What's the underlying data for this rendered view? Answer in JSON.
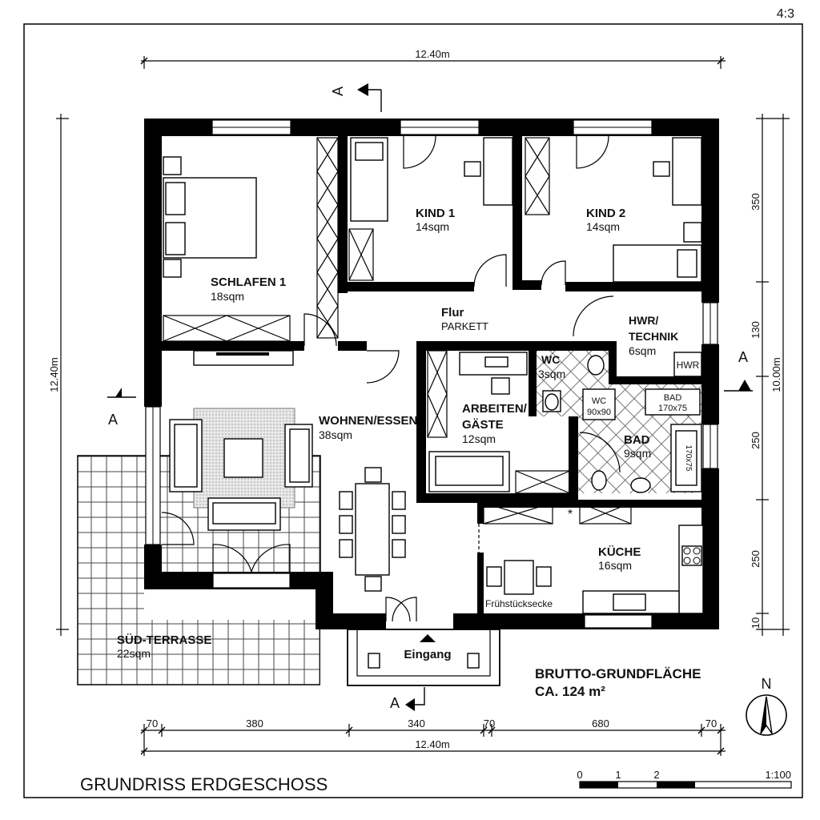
{
  "page": {
    "ratio_mark": "4:3",
    "title": "GRUNDRISS ERDGESCHOSS",
    "total_area_label": "BRUTTO-GRUNDFLÄCHE",
    "total_area_value": "CA. 124 m²",
    "north_label": "N"
  },
  "dimensions": {
    "top_overall": "12.40m",
    "bottom_overall": "12.40m",
    "left_overall": "12.40m",
    "right_overall": "10.00m",
    "bottom_segments": [
      "70",
      "380",
      "340",
      "70",
      "680",
      "70"
    ],
    "right_segments": [
      "350",
      "130",
      "250",
      "250",
      "10"
    ]
  },
  "rooms": {
    "schlafen": {
      "name": "SCHLAFEN 1",
      "area": "18sqm"
    },
    "kind1": {
      "name": "KIND 1",
      "area": "14sqm"
    },
    "kind2": {
      "name": "KIND 2",
      "area": "14sqm"
    },
    "flur": {
      "name": "Flur",
      "area": "PARKETT"
    },
    "hwr": {
      "name1": "HWR/",
      "name2": "TECHNIK",
      "area": "6sqm",
      "box": "HWR"
    },
    "wc": {
      "name": "WC",
      "area": "3sqm"
    },
    "wohnen": {
      "name": "WOHNEN/ESSEN",
      "area": "38sqm"
    },
    "arbeiten": {
      "name1": "ARBEITEN/",
      "name2": "GÄSTE",
      "area": "12sqm"
    },
    "bad": {
      "name": "BAD",
      "area": "9sqm",
      "shower1": "WC",
      "shower2": "90x90",
      "tub_label1": "BAD",
      "tub_label2": "170x75",
      "tub_side": "170x75"
    },
    "kueche": {
      "name": "KÜCHE",
      "area": "16sqm",
      "nook": "Frühstücksecke"
    },
    "terrasse": {
      "name": "SÜD-TERRASSE",
      "area": "22sqm"
    },
    "eingang": {
      "name": "Eingang"
    }
  },
  "section_markers": [
    "A",
    "A",
    "A",
    "A"
  ],
  "scale_bar": {
    "ticks": [
      "0",
      "1",
      "2"
    ],
    "ratio": "1:100"
  }
}
